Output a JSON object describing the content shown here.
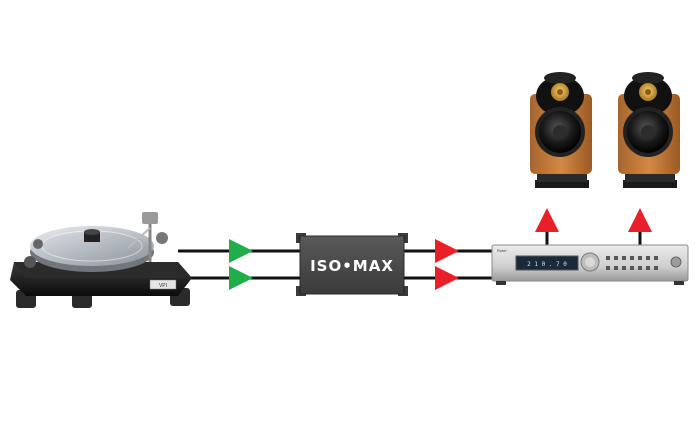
{
  "diagram": {
    "nodes": [
      {
        "id": "turntable",
        "kind": "turntable",
        "label": "",
        "badge": "VPI"
      },
      {
        "id": "isolator",
        "kind": "isolator",
        "label": "ISO•MAX"
      },
      {
        "id": "amplifier",
        "kind": "amplifier",
        "label": "",
        "brand": "Rotel",
        "display": "2 1 0 . 7 0"
      },
      {
        "id": "speaker-left",
        "kind": "speaker",
        "label": ""
      },
      {
        "id": "speaker-right",
        "kind": "speaker",
        "label": ""
      }
    ],
    "edges": [
      {
        "from": "turntable",
        "to": "isolator",
        "channel": "upper",
        "arrow_color": "#1fae4b"
      },
      {
        "from": "turntable",
        "to": "isolator",
        "channel": "lower",
        "arrow_color": "#1fae4b"
      },
      {
        "from": "isolator",
        "to": "amplifier",
        "channel": "upper",
        "arrow_color": "#e8202a"
      },
      {
        "from": "isolator",
        "to": "amplifier",
        "channel": "lower",
        "arrow_color": "#e8202a"
      },
      {
        "from": "amplifier",
        "to": "speaker-left",
        "channel": "left",
        "arrow_color": "#e8202a"
      },
      {
        "from": "amplifier",
        "to": "speaker-right",
        "channel": "right",
        "arrow_color": "#e8202a"
      }
    ]
  },
  "colors": {
    "wire": "#111111",
    "input_arrow": "#1fae4b",
    "output_arrow": "#e8202a",
    "isolator_body": "#4a4a4a",
    "speaker_wood": "#c27a3a",
    "speaker_cap": "#111111",
    "tweeter": "#d9a640",
    "amp_silver": "#d4d4d4"
  }
}
